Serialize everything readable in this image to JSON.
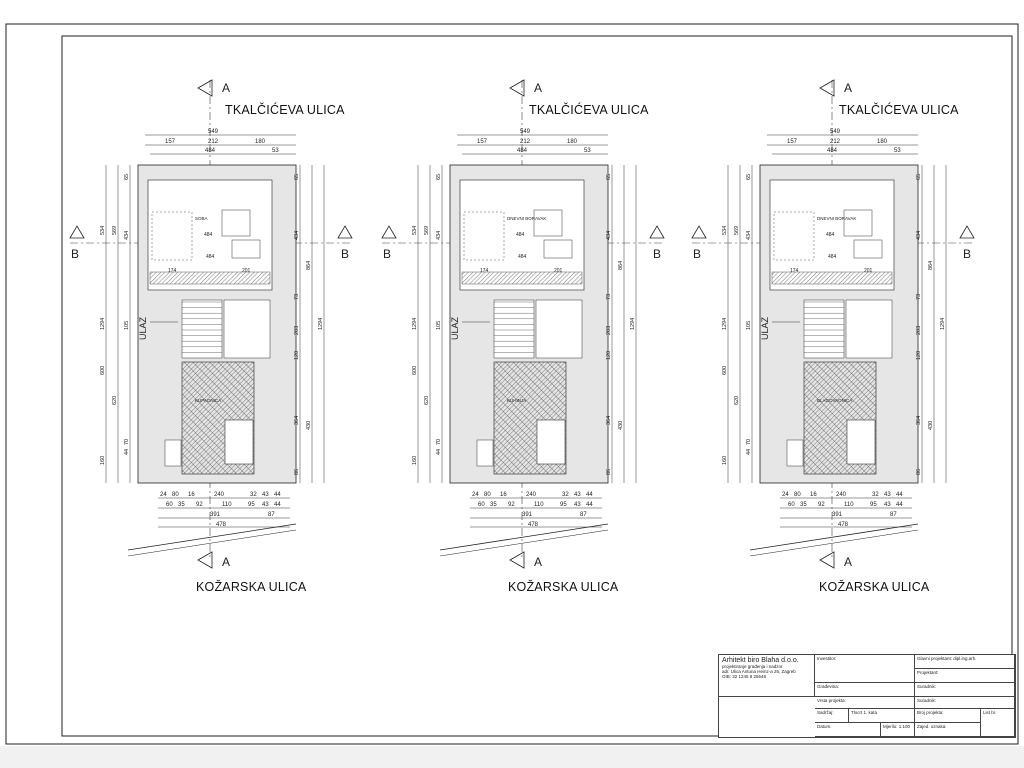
{
  "streets": {
    "top": "TKALČIĆEVA ULICA",
    "bottom": "KOŽARSKA ULICA"
  },
  "section_labels": {
    "a": "A",
    "b": "B",
    "stair": "ULAZ"
  },
  "plans": [
    {
      "id": "plan-1",
      "room_labels": [
        "SOBA",
        "KUPAONICA"
      ],
      "dims": {
        "top": [
          "549",
          "157",
          "212",
          "180",
          "484",
          "53"
        ],
        "left": [
          "65",
          "434",
          "534",
          "569",
          "1294",
          "105",
          "600",
          "620",
          "160",
          "44",
          "70"
        ],
        "right": [
          "65",
          "434",
          "864",
          "73",
          "203",
          "1294",
          "120",
          "364",
          "430",
          "86"
        ],
        "inner": [
          "484",
          "174",
          "201",
          "484"
        ],
        "bottom": [
          "24",
          "80",
          "16",
          "240",
          "32",
          "43",
          "44",
          "60",
          "35",
          "92",
          "110",
          "95",
          "43",
          "44",
          "391",
          "87",
          "478"
        ]
      }
    },
    {
      "id": "plan-2",
      "room_labels": [
        "DNEVNI BORAVAK",
        "KUHINJA"
      ],
      "dims": {
        "top": [
          "549",
          "157",
          "212",
          "180",
          "484",
          "53"
        ],
        "left": [
          "65",
          "434",
          "534",
          "569",
          "1294",
          "105",
          "600",
          "620",
          "160",
          "44",
          "70"
        ],
        "right": [
          "65",
          "434",
          "864",
          "73",
          "203",
          "1294",
          "120",
          "364",
          "430",
          "86"
        ],
        "inner": [
          "484",
          "174",
          "201",
          "484"
        ],
        "bottom": [
          "24",
          "80",
          "16",
          "240",
          "32",
          "43",
          "44",
          "60",
          "35",
          "92",
          "110",
          "95",
          "43",
          "44",
          "391",
          "87",
          "478"
        ]
      }
    },
    {
      "id": "plan-3",
      "room_labels": [
        "DNEVNI BORAVAK",
        "BLAGOVAONICA"
      ],
      "dims": {
        "top": [
          "549",
          "157",
          "212",
          "180",
          "484",
          "53"
        ],
        "left": [
          "65",
          "434",
          "534",
          "569",
          "1294",
          "105",
          "600",
          "620",
          "160",
          "44",
          "70"
        ],
        "right": [
          "65",
          "434",
          "864",
          "73",
          "203",
          "1294",
          "120",
          "364",
          "430",
          "86"
        ],
        "inner": [
          "484",
          "174",
          "201",
          "484"
        ],
        "bottom": [
          "24",
          "80",
          "16",
          "240",
          "32",
          "43",
          "44",
          "60",
          "35",
          "92",
          "110",
          "95",
          "43",
          "44",
          "391",
          "87",
          "478"
        ]
      }
    }
  ],
  "titleblock": {
    "firm_name": "Arhitekt biro Blaha d.o.o.",
    "firm_line2": "projektiranje građenja i nadzor",
    "firm_line3": "adr. Ulica Antuna Heinz-a 26, Zagreb",
    "firm_line4": "OIB: 32 1245 8 25648",
    "investitor": "Investitor:",
    "gradjevina": "Građevina:",
    "vrsta": "Vrsta projekta:",
    "sadrzaj": "Sadržaj:",
    "sadrzaj_value": "Tlocrt 1. kata",
    "datum": "Datum:",
    "mjerilo": "Mjerilo: 1:100",
    "glavni": "Glavni projektant:",
    "glavni_value": "dipl.ing.arh.",
    "projektant": "Projektant:",
    "suradnik": "Suradnik:",
    "suradnik2": "Suradnik:",
    "broj": "Broj projekta:",
    "zajed": "Zajed. oznaka:",
    "list": "List br."
  },
  "colors": {
    "line": "#333333",
    "hatch": "#555555",
    "wall_fill": "#e6e6e6",
    "border": "#222222"
  }
}
